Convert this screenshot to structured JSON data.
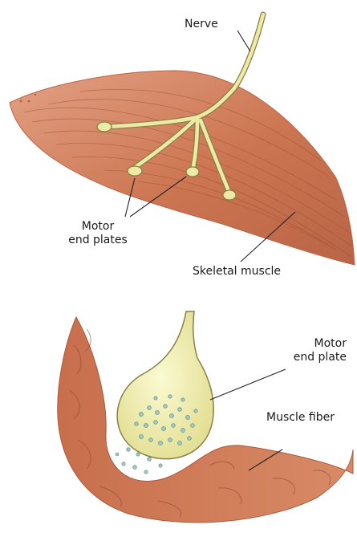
{
  "labels": {
    "nerve": "Nerve",
    "motor_end_plates": [
      "Motor",
      "end plates"
    ],
    "skeletal_muscle": "Skeletal muscle",
    "motor_end_plate": [
      "Motor",
      "end plate"
    ],
    "muscle_fiber": "Muscle fiber"
  },
  "colors": {
    "muscle": "#cc7551",
    "muscle_dark": "#8e4a33",
    "nerve": "#eeeaa6",
    "nerve_outline": "#86804a",
    "vesicle": "#9fc6bf",
    "line": "#222222"
  }
}
